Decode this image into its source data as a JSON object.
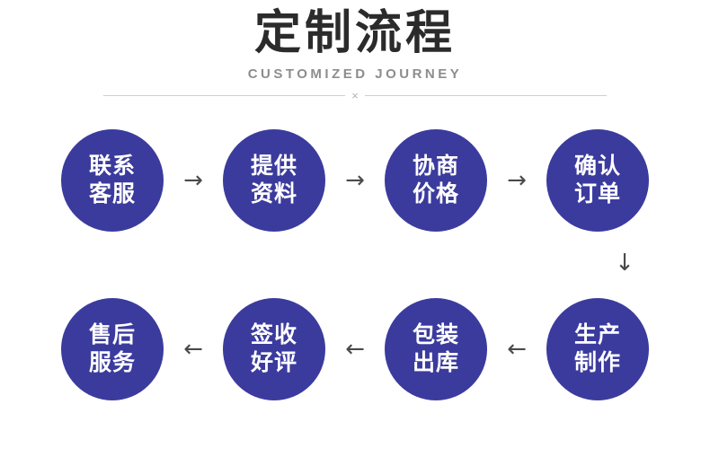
{
  "header": {
    "title_cn": "定制流程",
    "title_en": "CUSTOMIZED JOURNEY",
    "divider_mark": "×"
  },
  "theme": {
    "node_color": "#3b3b9e",
    "title_color": "#2b2b2b",
    "subtitle_color": "#8d8d8d",
    "arrow_color": "#4a4a4a",
    "background": "#ffffff"
  },
  "flow": {
    "row1": {
      "nodes": [
        {
          "line1": "联系",
          "line2": "客服"
        },
        {
          "line1": "提供",
          "line2": "资料"
        },
        {
          "line1": "协商",
          "line2": "价格"
        },
        {
          "line1": "确认",
          "line2": "订单"
        }
      ],
      "arrows": [
        "→",
        "→",
        "→"
      ]
    },
    "connector_down": "↓",
    "row2": {
      "nodes": [
        {
          "line1": "售后",
          "line2": "服务"
        },
        {
          "line1": "签收",
          "line2": "好评"
        },
        {
          "line1": "包装",
          "line2": "出库"
        },
        {
          "line1": "生产",
          "line2": "制作"
        }
      ],
      "arrows": [
        "←",
        "←",
        "←"
      ]
    }
  }
}
